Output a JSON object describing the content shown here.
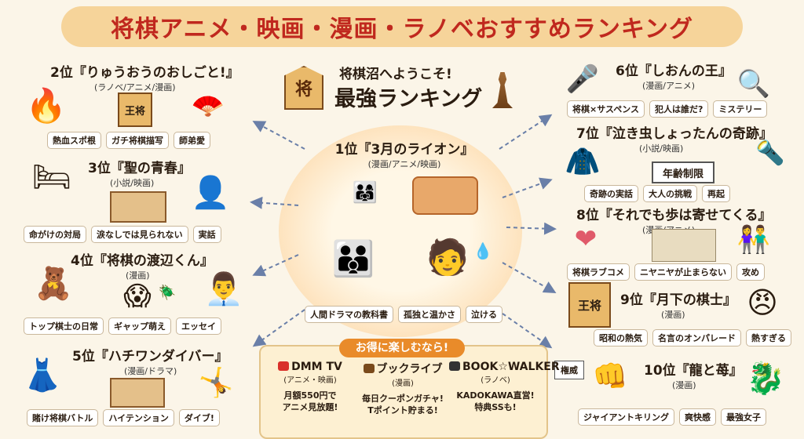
{
  "title": "将棋アニメ・映画・漫画・ラノベおすすめランキング",
  "welcome": {
    "koma_char": "将",
    "line1": "将棋沼へようこそ!",
    "line2": "最強ランキング"
  },
  "rank1": {
    "label": "1位『3月のライオン』",
    "media": "(漫画/アニメ/映画)",
    "tags": [
      "人間ドラマの教科書",
      "孤独と温かさ",
      "泣ける"
    ]
  },
  "left": [
    {
      "label": "2位『りゅうおうのおしごと!』",
      "media": "(ラノベ/アニメ/漫画)",
      "tags": [
        "熱血スポ根",
        "ガチ将棋描写",
        "師弟愛"
      ]
    },
    {
      "label": "3位『聖の青春』",
      "media": "(小説/映画)",
      "tags": [
        "命がけの対局",
        "涙なしでは見られない",
        "実話"
      ]
    },
    {
      "label": "4位『将棋の渡辺くん』",
      "media": "(漫画)",
      "tags": [
        "トップ棋士の日常",
        "ギャップ萌え",
        "エッセイ"
      ]
    },
    {
      "label": "5位『ハチワンダイバー』",
      "media": "(漫画/ドラマ)",
      "tags": [
        "賭け将棋バトル",
        "ハイテンション",
        "ダイブ!"
      ]
    }
  ],
  "right": [
    {
      "label": "6位『しおんの王』",
      "media": "(漫画/アニメ)",
      "tags": [
        "将棋×サスペンス",
        "犯人は誰だ?",
        "ミステリー"
      ]
    },
    {
      "label": "7位『泣き虫しょったんの奇跡』",
      "media": "(小説/映画)",
      "sign": "年齢制限",
      "tags": [
        "奇跡の実話",
        "大人の挑戦",
        "再起"
      ]
    },
    {
      "label": "8位『それでも歩は寄せてくる』",
      "media": "(漫画/アニメ)",
      "tags": [
        "将棋ラブコメ",
        "ニヤニヤが止まらない",
        "攻め"
      ]
    },
    {
      "label": "9位『月下の棋士』",
      "media": "(漫画)",
      "koma_char": "王将",
      "tags": [
        "昭和の熱気",
        "名言のオンパレード",
        "熱すぎる"
      ]
    },
    {
      "label": "10位『龍と苺』",
      "media": "(漫画)",
      "sign": "権威",
      "tags": [
        "ジャイアントキリング",
        "爽快感",
        "最強女子"
      ]
    }
  ],
  "promo": {
    "header": "お得に楽しむなら!",
    "services": [
      {
        "name": "DMM TV",
        "media": "(アニメ・映画)",
        "desc1": "月額550円で",
        "desc2": "アニメ見放題!",
        "color": "#d9302a"
      },
      {
        "name": "ブックライブ",
        "media": "(漫画)",
        "desc1": "毎日クーポンガチャ!",
        "desc2": "Tポイント貯まる!",
        "color": "#7a4a1b"
      },
      {
        "name": "BOOK☆WALKER",
        "media": "(ラノベ)",
        "desc1": "KADOKAWA直営!",
        "desc2": "特典SSも!",
        "color": "#333333"
      }
    ]
  }
}
